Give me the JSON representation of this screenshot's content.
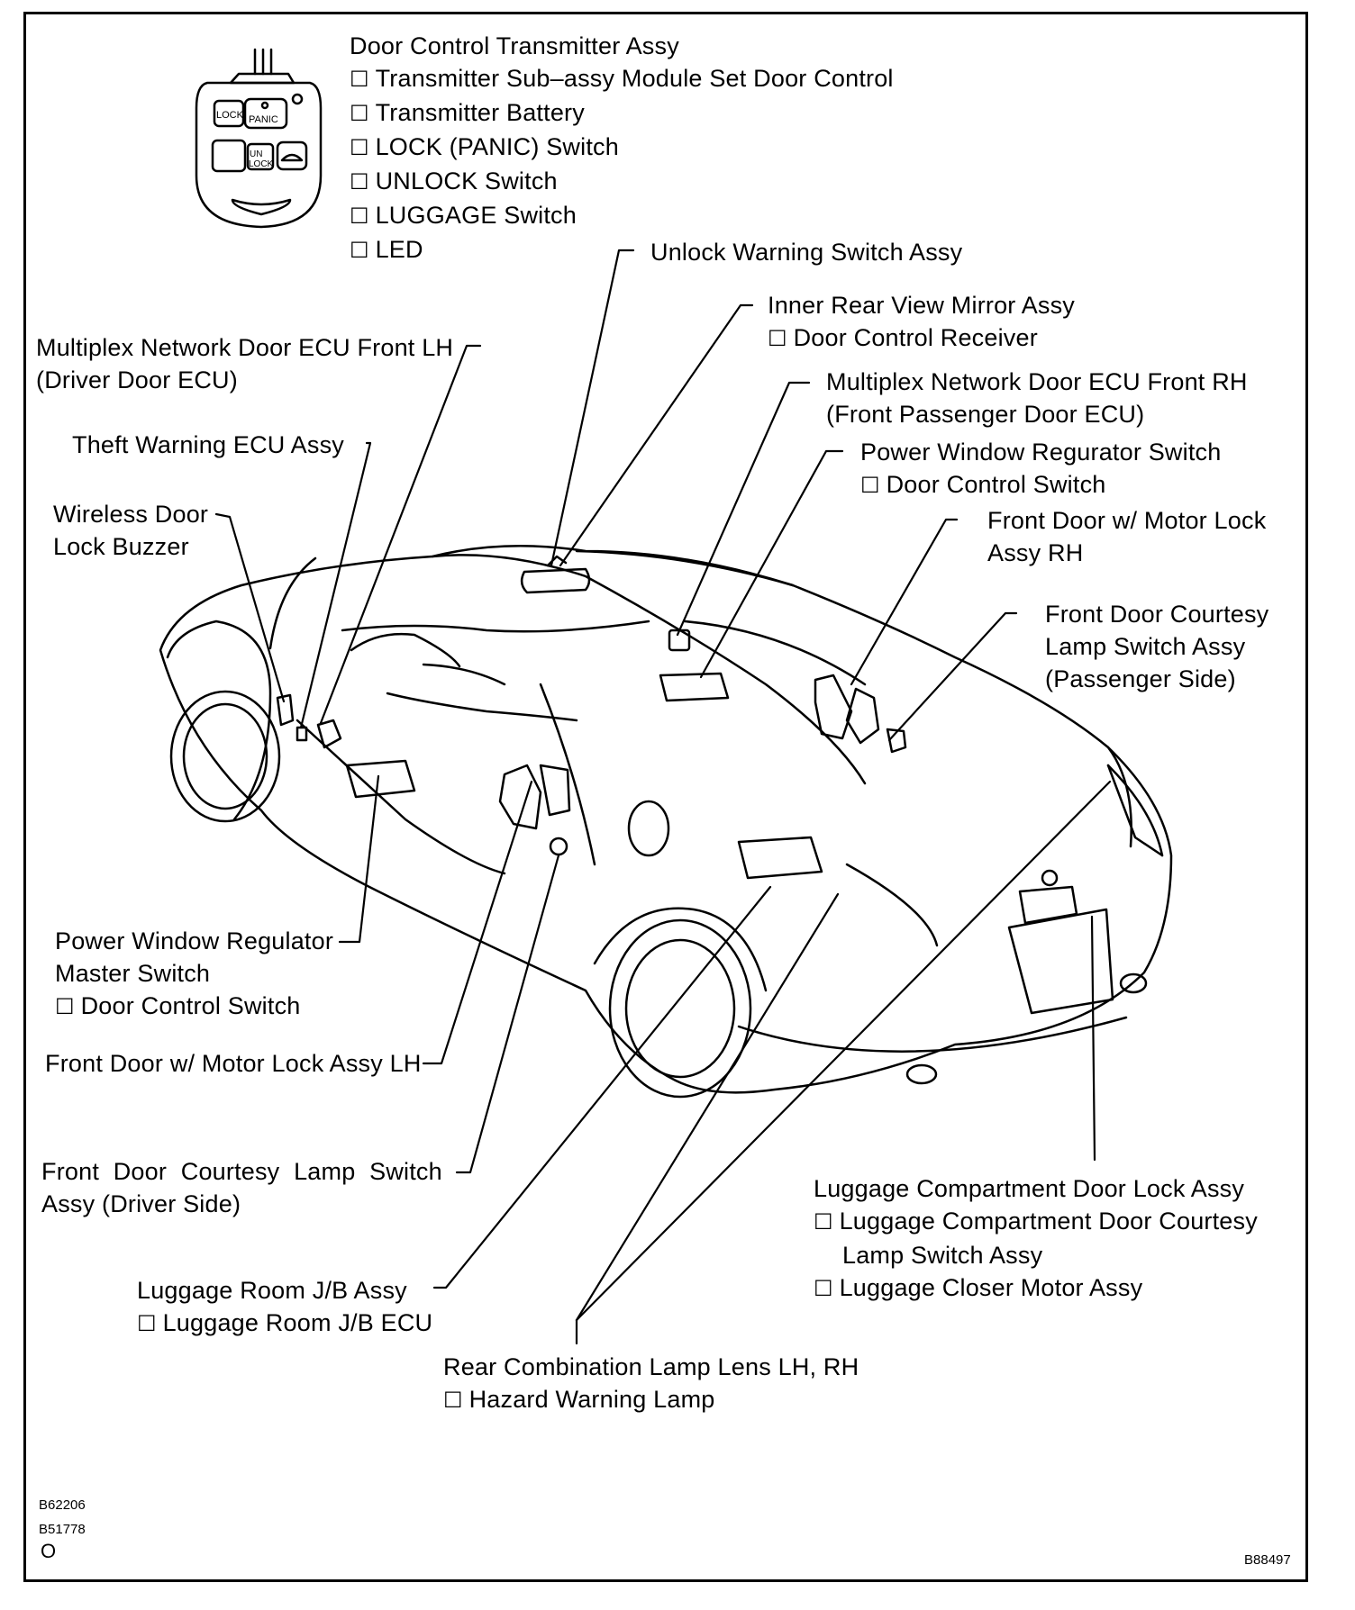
{
  "figure_codes": {
    "code1": "B62206",
    "code2": "B51778",
    "code3": "O",
    "code4": "B88497"
  },
  "fob": {
    "lock": "LOCK",
    "panic": "PANIC",
    "un": "UN",
    "lock2": "LOCK"
  },
  "labels": {
    "transmitter": {
      "title": "Door Control Transmitter Assy",
      "items": [
        "Transmitter Sub–assy Module Set Door Control",
        "Transmitter Battery",
        "LOCK (PANIC) Switch",
        "UNLOCK Switch",
        "LUGGAGE Switch",
        "LED"
      ]
    },
    "unlock_warning": "Unlock Warning Switch Assy",
    "mirror": {
      "title": "Inner Rear View Mirror Assy",
      "item": "Door Control Receiver"
    },
    "ecu_lh": {
      "line1": "Multiplex Network Door ECU Front LH",
      "line2": "(Driver Door ECU)"
    },
    "ecu_rh": {
      "line1": "Multiplex Network Door ECU Front RH",
      "line2": "(Front Passenger Door ECU)"
    },
    "pw_rh": {
      "title": "Power Window Regurator Switch",
      "item": "Door Control Switch"
    },
    "theft": "Theft Warning ECU Assy",
    "buzzer": {
      "line1": "Wireless Door",
      "line2": "Lock Buzzer"
    },
    "lock_rh": {
      "line1": "Front Door  w/  Motor Lock",
      "line2": "Assy RH"
    },
    "courtesy_rh": {
      "line1": "Front Door Courtesy",
      "line2": "Lamp Switch Assy",
      "line3": "(Passenger Side)"
    },
    "pw_master": {
      "line1": "Power Window Regulator",
      "line2": "Master Switch",
      "item": "Door Control Switch"
    },
    "lock_lh": "Front Door w/ Motor Lock Assy LH",
    "courtesy_lh": {
      "line1": "Front  Door  Courtesy  Lamp  Switch",
      "line2": "Assy (Driver Side)"
    },
    "jb": {
      "title": "Luggage Room J/B Assy",
      "item": "Luggage Room J/B ECU"
    },
    "rear_lamp": {
      "title": "Rear Combination Lamp Lens LH, RH",
      "item": "Hazard Warning Lamp"
    },
    "luggage_lock": {
      "title": "Luggage Compartment Door Lock Assy",
      "item1a": "Luggage Compartment Door Courtesy",
      "item1b": "Lamp Switch Assy",
      "item2": "Luggage Closer Motor Assy"
    }
  }
}
